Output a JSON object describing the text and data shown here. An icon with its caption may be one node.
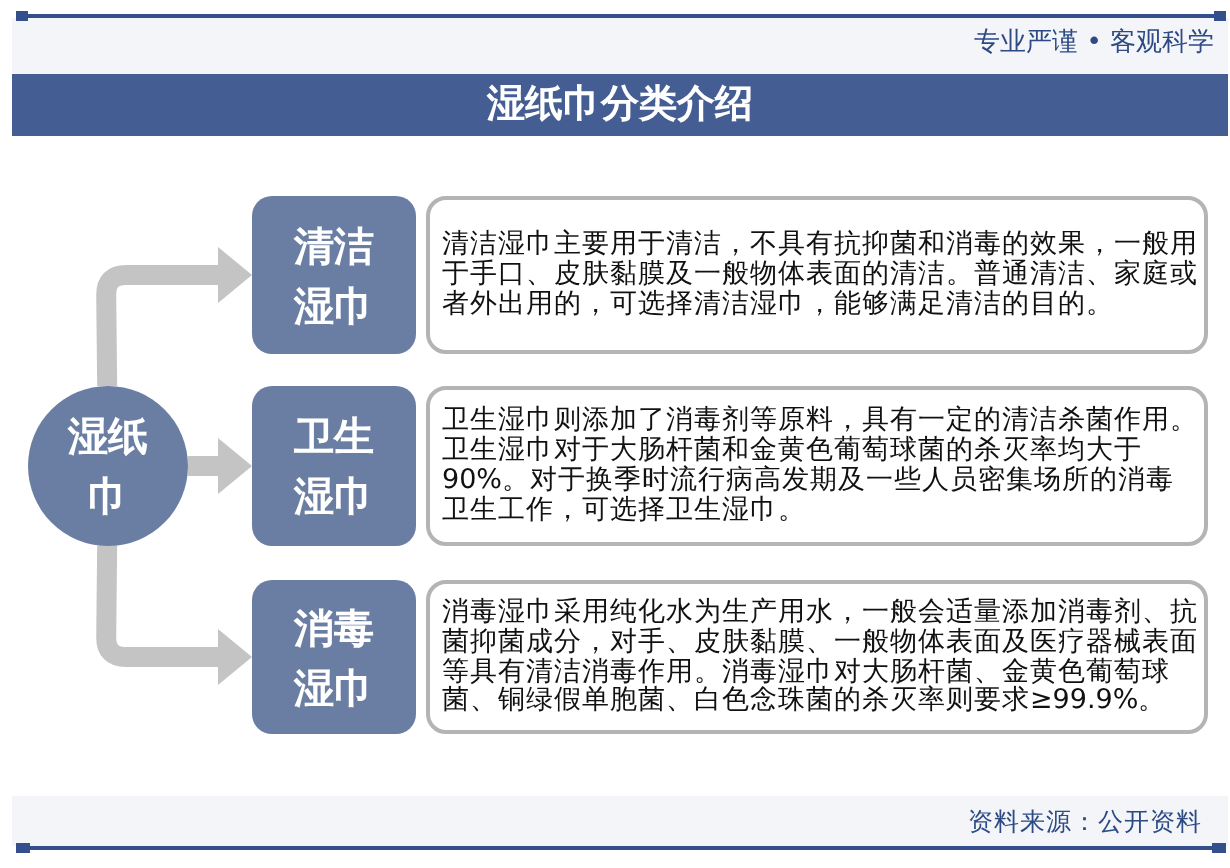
{
  "diagram": {
    "title": "湿纸巾分类介绍",
    "nodes": [
      {
        "text": [
          "湿纸巾"
        ]
      },
      {
        "text": [
          "清洁湿巾"
        ]
      },
      {
        "text": [
          "清洁湿巾主要用于清洁，不具有抗抑菌和消毒的效果，一般用于手口、皮肤黏膜及一般物体表面的清洁。普通清洁、家庭或者外出用的，可选择清洁湿巾，能够满足清洁的目的。"
        ]
      },
      {
        "text": [
          "卫生湿巾"
        ]
      },
      {
        "text": [
          "卫生湿巾则添加了消毒剂等原料，具有一定的清洁杀菌作用。卫生湿巾对于大肠杆菌和金黄色葡萄球菌的杀灭率均大于90%。对于换季时流行病高发期及一些人员密集场所的消毒卫生工作，可选择卫生湿巾。"
        ]
      },
      {
        "text": [
          "消毒湿巾"
        ]
      },
      {
        "text": [
          "消毒湿巾采用纯化水为生产用水，一般会适量添加消毒剂、抗菌抑菌成分，对手、皮肤黏膜、一般物体表面及医疗器械表面等具有清洁消毒作用。消毒湿巾对大肠杆菌、金黄色葡萄球菌、铜绿假单胞菌、白色念珠菌的杀灭率则要求≥99.9%。"
        ]
      }
    ],
    "edges": [
      {
        "from": 0,
        "to": 1,
        "arrow": "to"
      },
      {
        "from": 0,
        "to": 3,
        "arrow": "to"
      },
      {
        "from": 0,
        "to": 5,
        "arrow": "to"
      }
    ],
    "labels": [
      "专业严谨 • 客观科学",
      "资料来源：公开资料"
    ]
  }
}
